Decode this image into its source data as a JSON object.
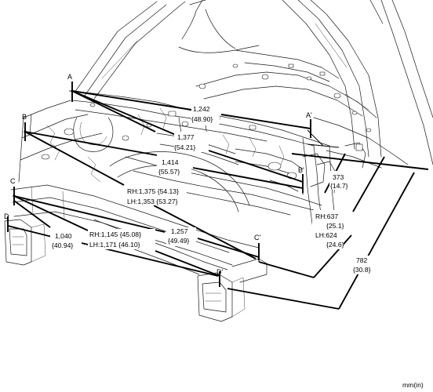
{
  "units": "mm(in)",
  "points": [
    {
      "id": "A",
      "label": "A"
    },
    {
      "id": "A2",
      "label": "A'"
    },
    {
      "id": "B",
      "label": "B"
    },
    {
      "id": "B2",
      "label": "B'"
    },
    {
      "id": "C",
      "label": "C"
    },
    {
      "id": "C2",
      "label": "C'"
    },
    {
      "id": "D",
      "label": "D"
    },
    {
      "id": "D2",
      "label": "D'"
    }
  ],
  "dimensions": [
    {
      "id": "a-a2",
      "line1": "1,242",
      "line2": "{48.90}"
    },
    {
      "id": "a-b2",
      "line1": "1,377",
      "line2": "{54.21}"
    },
    {
      "id": "b-b2",
      "line1": "1,414",
      "line2": "{55.57}"
    },
    {
      "id": "b-diag",
      "line1": "RH:1,375 {54.13}",
      "line2": "LH:1,353 {53.27}"
    },
    {
      "id": "c-c2",
      "line1": "1,257",
      "line2": "{49.49}"
    },
    {
      "id": "c-diag",
      "line1": "RH:1,145 {45.08}",
      "line2": "LH:1,171 {46.10}"
    },
    {
      "id": "d-d2",
      "line1": "1,040",
      "line2": "{40.94}"
    },
    {
      "id": "height",
      "line1": "373",
      "line2": "{14.7}"
    },
    {
      "id": "rhlh",
      "line1": "RH:637",
      "line2": "{25.1}",
      "line3": "LH:624",
      "line4": "{24.6}"
    },
    {
      "id": "depth",
      "line1": "782",
      "line2": "{30.8}"
    }
  ]
}
